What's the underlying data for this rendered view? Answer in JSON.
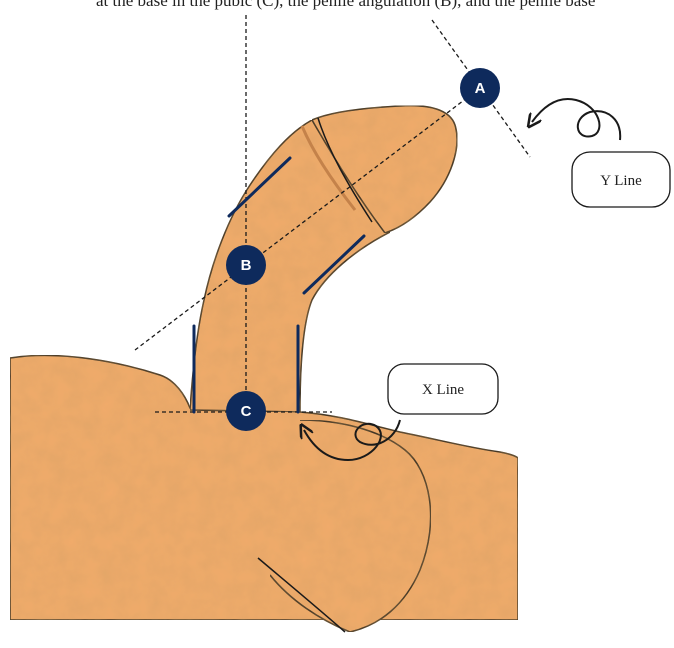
{
  "caption": "at the base in the pubic (C), the penile angulation (B), and the penile base",
  "points": {
    "a": "A",
    "b": "B",
    "c": "C"
  },
  "labels": {
    "y_line": "Y Line",
    "x_line": "X Line"
  },
  "colors": {
    "skin": "#f2ac6c",
    "skin_shadow": "#d9935a",
    "marker": "#0e2a5c",
    "outline": "#1a1a1a"
  }
}
